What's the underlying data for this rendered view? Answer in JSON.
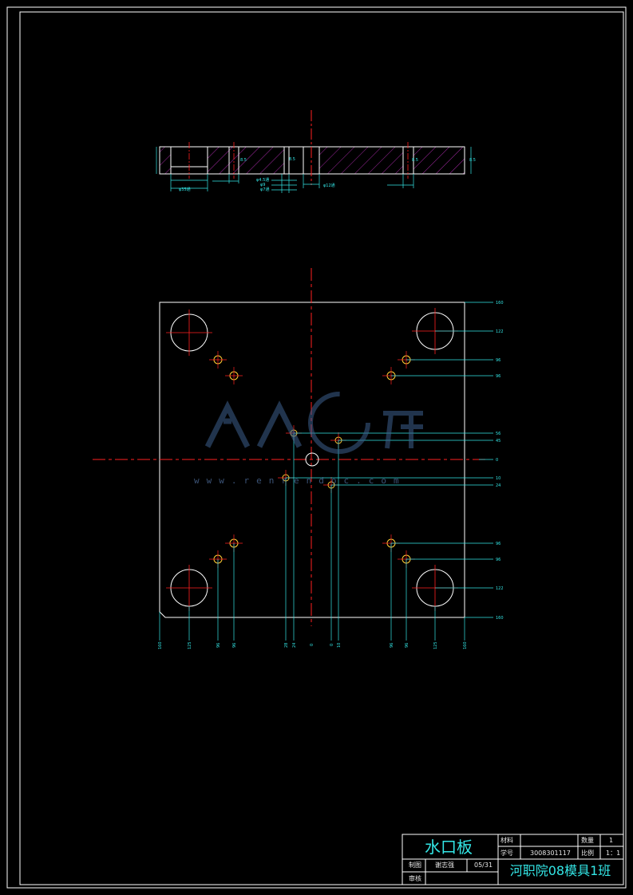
{
  "drawing": {
    "title": "水口板",
    "school_class": "河职院08模具1班",
    "colors": {
      "background": "#000000",
      "frame": "#ffffff",
      "outline": "#ffffff",
      "centerline": "#ff2020",
      "dimension": "#33e6e6",
      "hatch": "#cc33cc",
      "hole": "#ffcc33"
    }
  },
  "title_block": {
    "material_label": "材料",
    "material_value": "",
    "number_label": "学号",
    "number_value": "3008301117",
    "quantity_label": "数量",
    "quantity_value": "1",
    "scale_label": "比例",
    "scale_value": "1：1",
    "drawn_label": "制图",
    "drawn_value": "谢志强",
    "sheet_value": "05/31",
    "review_label": "审核",
    "review_value": ""
  },
  "section_view": {
    "dimensions": [
      "φ35通",
      "φ12通",
      "φ4.5通",
      "φ9",
      "φ7通",
      "8.5",
      "8.5",
      "8.5",
      "8.5"
    ]
  },
  "plan_view": {
    "right_dims": [
      "160",
      "122",
      "96",
      "96",
      "56",
      "45",
      "0",
      "10",
      "24",
      "96",
      "96",
      "122",
      "160"
    ],
    "bottom_dims": [
      "160",
      "125",
      "96",
      "96",
      "28",
      "24",
      "0",
      "0",
      "10",
      "96",
      "96",
      "125",
      "160"
    ]
  },
  "watermark": {
    "text": "www.renrendoc.com"
  }
}
